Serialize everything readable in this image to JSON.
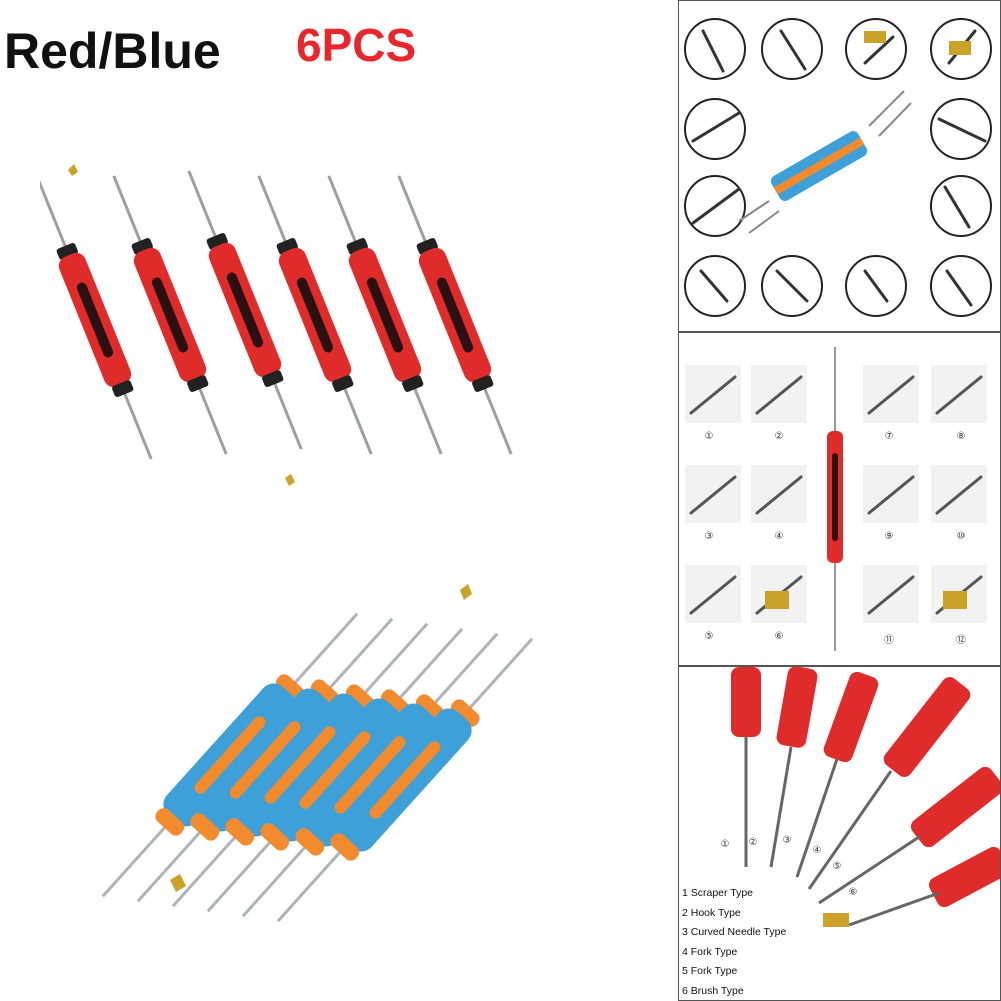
{
  "heading": {
    "colors": "Red/Blue",
    "count": "6PCS"
  },
  "colors": {
    "red": "#e02b2b",
    "blue": "#3ea0d8",
    "orange": "#f28a2e",
    "steel": "#b8bcc0",
    "title_red": "#e8262b"
  },
  "detail_numbers": [
    "①",
    "②",
    "③",
    "④",
    "⑤",
    "⑥",
    "⑦",
    "⑧",
    "⑨",
    "⑩",
    "⑪",
    "⑫"
  ],
  "type_list": {
    "numbers": [
      "①",
      "②",
      "③",
      "④",
      "⑤",
      "⑥"
    ],
    "items": [
      "1 Scraper Type",
      "2 Hook Type",
      "3 Curved Needle Type",
      "4 Fork Type",
      "5 Fork Type",
      "6 Brush Type"
    ]
  }
}
